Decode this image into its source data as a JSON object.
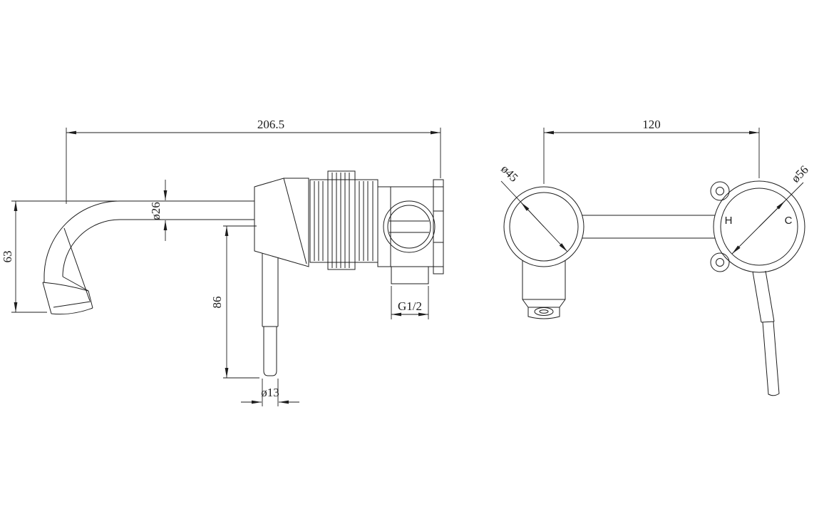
{
  "drawing": {
    "background": "#ffffff",
    "line_color": "#1d1d1d",
    "side_view": {
      "dims": {
        "overall_length": "206.5",
        "spout_height": "63",
        "spout_tube_diameter": "ø26",
        "handle_drop": "86",
        "handle_diameter": "ø13",
        "inlet_thread": "G1/2"
      }
    },
    "front_view": {
      "dims": {
        "center_spacing": "120",
        "spout_flange_diameter": "ø45",
        "valve_plate_diameter": "ø56"
      },
      "port_labels": {
        "hot": "H",
        "cold": "C"
      }
    }
  }
}
